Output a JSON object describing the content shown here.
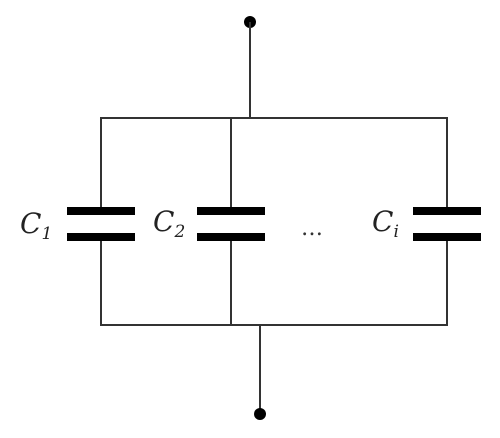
{
  "diagram": {
    "capacitors": [
      {
        "letter": "C",
        "subscript": "1"
      },
      {
        "letter": "C",
        "subscript": "2"
      },
      {
        "letter": "C",
        "subscript": "i"
      }
    ],
    "ellipsis": "…",
    "colors": {
      "wire": "#333333",
      "plate": "#000000",
      "terminal": "#000000"
    }
  }
}
